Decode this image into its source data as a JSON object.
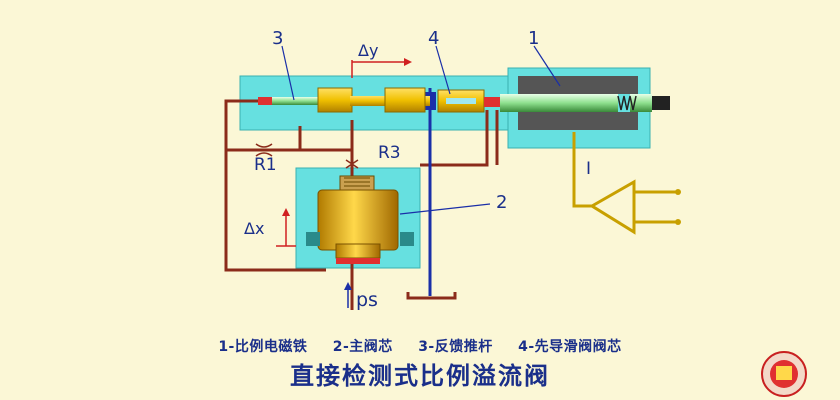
{
  "labels": {
    "n1": "1",
    "n2": "2",
    "n3": "3",
    "n4": "4",
    "delta_y": "Δy",
    "delta_x": "Δx",
    "r1": "R1",
    "r3": "R3",
    "current": "I",
    "ps": "ps"
  },
  "legend": [
    "1-比例电磁铁",
    "2-主阀芯",
    "3-反馈推杆",
    "4-先导滑阀阀芯"
  ],
  "title": "直接检测式比例溢流阀",
  "colors": {
    "background": "#fbf7d6",
    "housing": "#66e0e0",
    "spool": "#f0c800",
    "pipe": "#8b2b1a",
    "feedback_rod": "#1a2fa8",
    "coil": "#555555",
    "amp": "#c8a000",
    "text": "#1a2f8a"
  }
}
